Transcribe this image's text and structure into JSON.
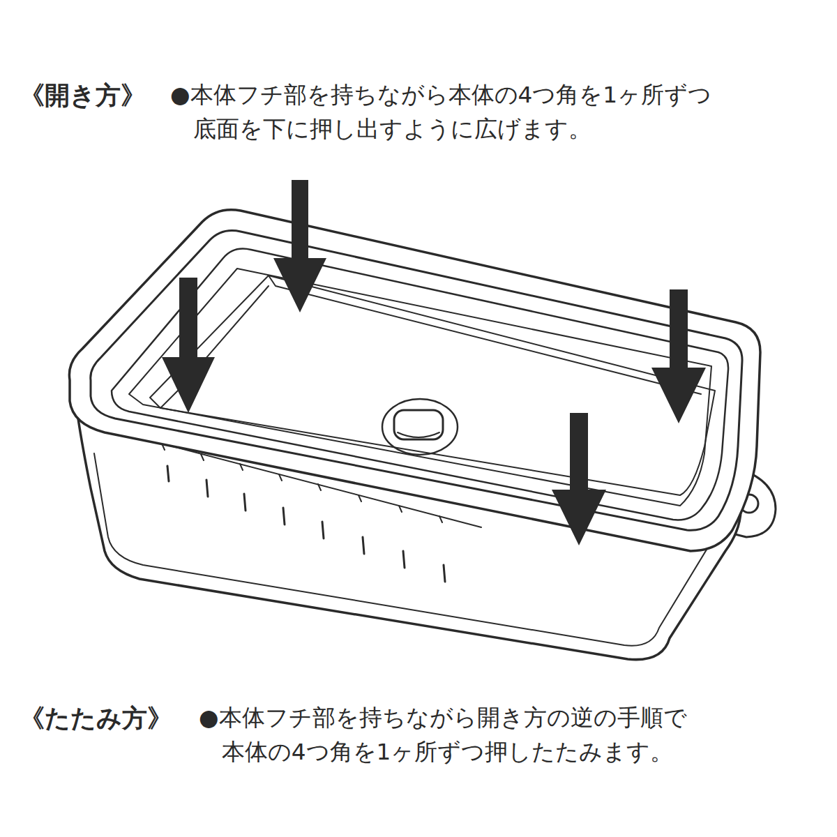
{
  "diagram": {
    "labels": [
      "《開き方》",
      "●本体フチ部を持ちながら本体の4つ角を1ヶ所ずつ 底面を下に押し出すように広げます。",
      "《たたみ方》",
      "●本体フチ部を持ちながら開き方の逆の手順で 本体の4つ角を1ヶ所ずつ押したたみます。"
    ]
  }
}
